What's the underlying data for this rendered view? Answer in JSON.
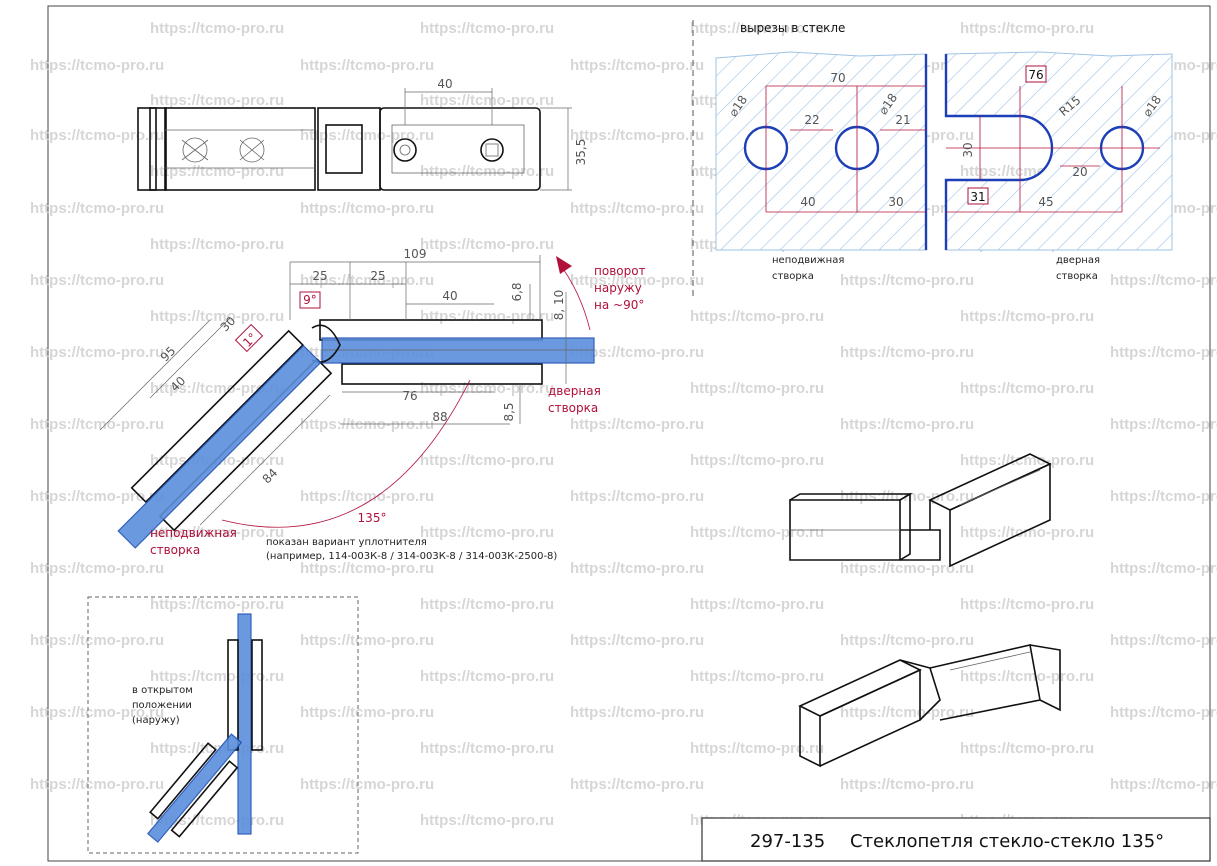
{
  "watermark": "https://tcmo-pro.ru",
  "top_view": {
    "dim_length": "40",
    "dim_height": "35,5"
  },
  "section_view": {
    "dim_total": "109",
    "dim_25_a": "25",
    "dim_25_b": "25",
    "dim_40": "40",
    "dim_6_8": "6,8",
    "dim_8_10": "8, 10",
    "angle_9": "9°",
    "angle_1": "1°",
    "dim_30": "30",
    "dim_95": "95",
    "dim_40_diag": "40",
    "dim_76": "76",
    "dim_88": "88",
    "dim_8_5": "8,5",
    "dim_84": "84",
    "angle_135": "135°",
    "rotation_note": [
      "поворот",
      "наружу",
      "на ~90°"
    ],
    "door_leaf_label": [
      "дверная",
      "створка"
    ],
    "fixed_leaf_label": [
      "неподвижная",
      "створка"
    ],
    "seal_note": [
      "показан вариант уплотнителя",
      "(например, 114-003К-8 / 314-003К-8 / 314-003К-2500-8)"
    ]
  },
  "cutouts": {
    "header": "вырезы в стекле",
    "left": {
      "dim_70": "70",
      "diam_1": "⌀18",
      "diam_2": "⌀18",
      "dim_22": "22",
      "dim_21": "21",
      "dim_40": "40",
      "dim_30": "30",
      "label": [
        "неподвижная",
        "створка"
      ]
    },
    "right": {
      "dim_76": "76",
      "radius": "R15",
      "diam": "⌀18",
      "dim_30": "30",
      "dim_31": "31",
      "dim_20": "20",
      "dim_45": "45",
      "label": [
        "дверная",
        "створка"
      ]
    }
  },
  "open_view": {
    "note": [
      "в открытом",
      "положении",
      "(наружу)"
    ]
  },
  "title_block": {
    "code": "297-135",
    "name": "Стеклопетля стекло-стекло 135°"
  },
  "colors": {
    "glass": "#5b8fdc",
    "glass_edge": "#1c3fb8",
    "hatch": "#9ec3e6",
    "dimension_red": "#b0103a",
    "watermark": "#d6d6d6"
  }
}
